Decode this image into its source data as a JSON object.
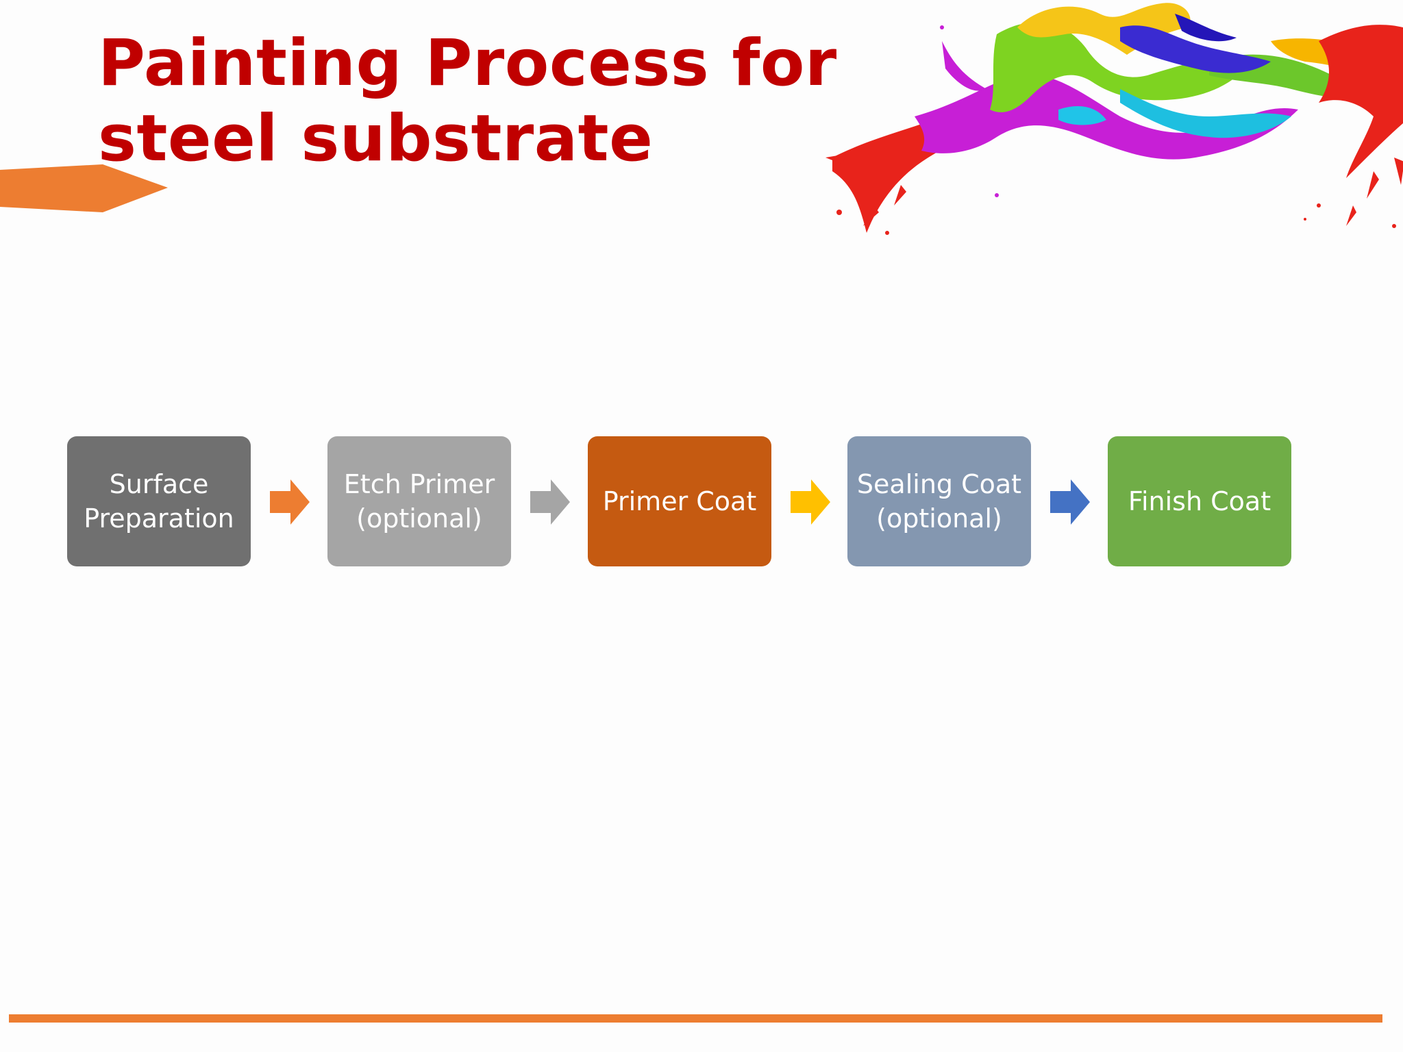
{
  "slide": {
    "title_line1": "Painting Process for",
    "title_line2": "steel substrate"
  },
  "colors": {
    "title": "#c00000",
    "accent": "#ed7d31",
    "background": "#fdfdfd"
  },
  "flow": {
    "steps": [
      {
        "label": "Surface\nPreparation",
        "color": "#707070"
      },
      {
        "label": "Etch Primer\n(optional)",
        "color": "#a5a5a5"
      },
      {
        "label": "Primer Coat",
        "color": "#c55a11"
      },
      {
        "label": "Sealing Coat\n(optional)",
        "color": "#8497b0"
      },
      {
        "label": "Finish Coat",
        "color": "#70ad47"
      }
    ],
    "arrows": [
      {
        "color": "#ed7d31"
      },
      {
        "color": "#a5a5a5"
      },
      {
        "color": "#ffc000"
      },
      {
        "color": "#4472c4"
      }
    ]
  },
  "decorations": {
    "splash_icon": "paint-splash-icon",
    "accent_icon": "pentagon-arrow-icon"
  }
}
